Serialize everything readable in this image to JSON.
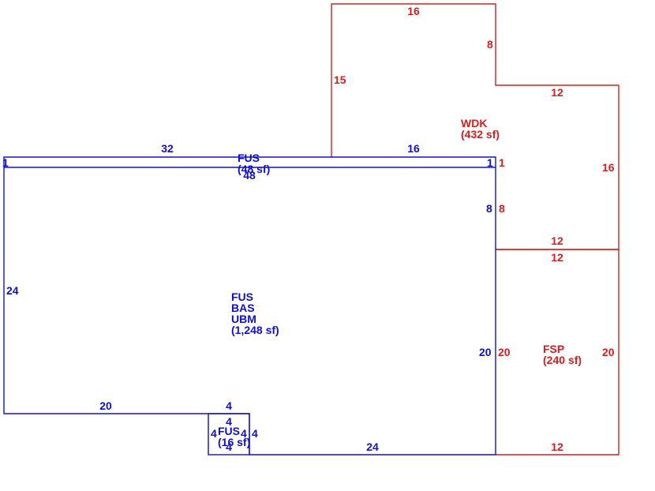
{
  "colors": {
    "main": "#1010c8",
    "deck": "#d42020"
  },
  "areas": {
    "main": {
      "codes": [
        "FUS",
        "BAS",
        "UBM"
      ],
      "area": "(1,248 sf)"
    },
    "strip": {
      "code": "FUS",
      "area": "(48 sf)"
    },
    "bump": {
      "code": "FUS",
      "area": "(16 sf)"
    },
    "deck": {
      "code": "WDK",
      "area": "(432 sf)"
    },
    "porch": {
      "code": "FSP",
      "area": "(240 sf)"
    }
  },
  "dims": {
    "main": {
      "top_left": "32",
      "top_right": "16",
      "strip_left": "1",
      "strip_right": "1",
      "strip_bottom": "48",
      "left": "24",
      "right_upper": "8",
      "right_lower": "20",
      "bottom_left": "20",
      "bottom_right": "24",
      "bump_top": "4",
      "bump_top_inner": "4",
      "bump_left": "4",
      "bump_right_inner": "4",
      "bump_right": "4",
      "bump_bottom": "4"
    },
    "deck": {
      "top": "16",
      "step": "8",
      "left": "15",
      "upper_right_top": "12",
      "right": "16",
      "strip_right": "1",
      "lower_left": "8",
      "bottom": "12"
    },
    "porch": {
      "top": "12",
      "left": "20",
      "right": "20",
      "bottom": "12"
    }
  }
}
